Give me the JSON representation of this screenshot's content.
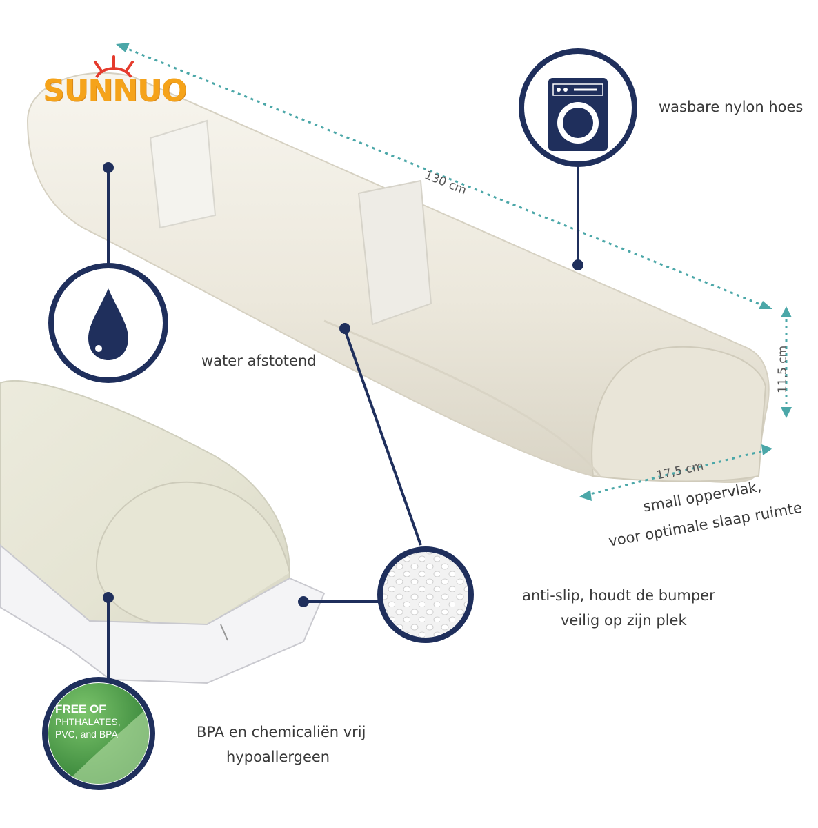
{
  "brand": {
    "logo": "SUNNUO"
  },
  "dimensions": {
    "length": "130 cm",
    "height": "11,5 cm",
    "depth": "17,5 cm"
  },
  "features": {
    "washable": "wasbare nylon hoes",
    "water": "water afstotend",
    "surface_line1": "small oppervlak,",
    "surface_line2": "voor optimale slaap ruimte",
    "antislip_line1": "anti-slip, houdt de bumper",
    "antislip_line2": "veilig op zijn plek",
    "bpa_line1": "BPA en chemicaliën vrij",
    "bpa_line2": "hypoallergeen"
  },
  "badge": {
    "line1": "FREE OF",
    "line2": "PHTHALATES,",
    "line3": "PVC, and BPA"
  },
  "icons": {
    "washing_machine": "washing-machine-icon",
    "water_drop": "water-drop-icon",
    "texture": "anti-slip-texture-icon",
    "free_of": "free-of-badge-icon"
  },
  "colors": {
    "navy": "#1f2f5c",
    "teal_dots": "#4ba7a8",
    "pillow": "#efece2",
    "badge_green": "#4f9b45",
    "logo_orange": "#f5a31a"
  }
}
